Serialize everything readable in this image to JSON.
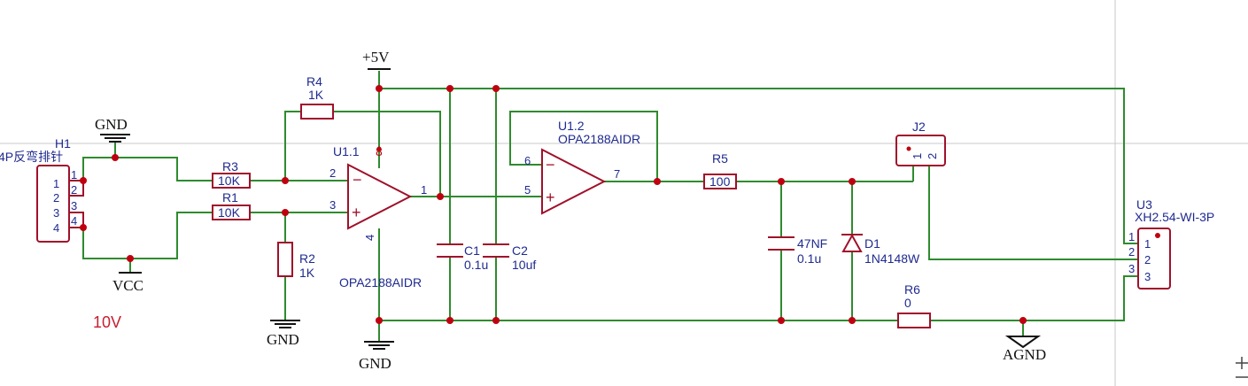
{
  "power": {
    "p5v": "+5V",
    "gnd_top": "GND",
    "vcc": "VCC",
    "gnd_r2": "GND",
    "gnd_opamp": "GND",
    "agnd": "AGND"
  },
  "annotation": {
    "voltage": "10V"
  },
  "h1": {
    "ref": "H1",
    "value": "4P反弯排针",
    "pins": [
      "1",
      "2",
      "3",
      "4"
    ],
    "pads": [
      "1",
      "2",
      "3",
      "4"
    ]
  },
  "r1": {
    "ref": "R1",
    "value": "10K"
  },
  "r2": {
    "ref": "R2",
    "value": "1K"
  },
  "r3": {
    "ref": "R3",
    "value": "10K"
  },
  "r4": {
    "ref": "R4",
    "value": "1K"
  },
  "r5": {
    "ref": "R5",
    "value": "100"
  },
  "r6": {
    "ref": "R6",
    "value": "0"
  },
  "u1a": {
    "ref": "U1.1",
    "value": "OPA2188AIDR",
    "pin_inv": "2",
    "pin_noninv": "3",
    "pin_out": "1",
    "pin_vp": "8",
    "pin_vn": "4",
    "minus": "−",
    "plus": "+"
  },
  "u1b": {
    "ref": "U1.2",
    "value": "OPA2188AIDR",
    "pin_inv": "6",
    "pin_noninv": "5",
    "pin_out": "7",
    "minus": "−",
    "plus": "+"
  },
  "c1": {
    "ref": "C1",
    "value": "0.1u"
  },
  "c2": {
    "ref": "C2",
    "value": "10uf"
  },
  "c3": {
    "ref": "47NF",
    "value": "0.1u"
  },
  "d1": {
    "ref": "D1",
    "value": "1N4148W"
  },
  "j2": {
    "ref": "J2",
    "pins": [
      "1",
      "2"
    ]
  },
  "u3": {
    "ref": "U3",
    "value": "XH2.54-WI-3P",
    "pins": [
      "1",
      "2",
      "3"
    ],
    "pads": [
      "1",
      "2",
      "3"
    ]
  },
  "colors": {
    "wire": "#2e8b2e",
    "part": "#a0102a",
    "junction": "#c00010",
    "label": "#1f2a8f",
    "note": "#c81e2e"
  }
}
